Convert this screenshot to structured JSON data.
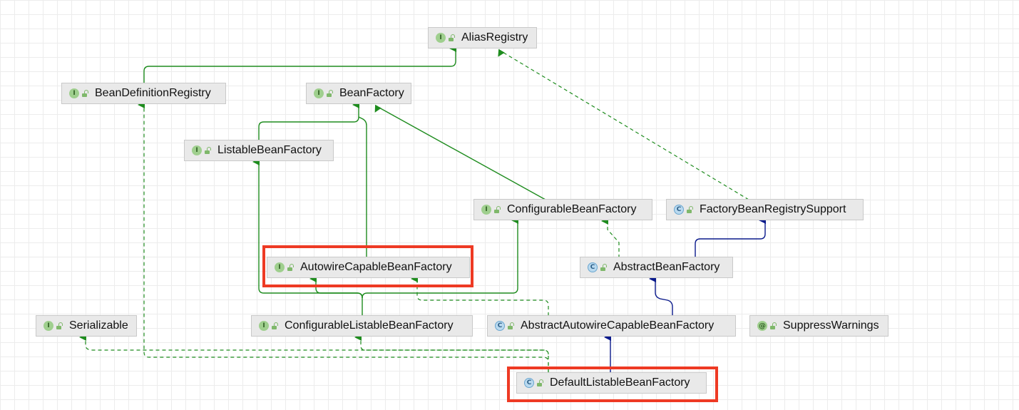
{
  "nodes": {
    "alias_registry": {
      "label": "AliasRegistry",
      "kind": "interface"
    },
    "bean_definition_registry": {
      "label": "BeanDefinitionRegistry",
      "kind": "interface"
    },
    "bean_factory": {
      "label": "BeanFactory",
      "kind": "interface"
    },
    "listable_bean_factory": {
      "label": "ListableBeanFactory",
      "kind": "interface"
    },
    "configurable_bean_factory": {
      "label": "ConfigurableBeanFactory",
      "kind": "interface"
    },
    "factory_bean_registry_support": {
      "label": "FactoryBeanRegistrySupport",
      "kind": "class"
    },
    "autowire_capable_bean_factory": {
      "label": "AutowireCapableBeanFactory",
      "kind": "interface"
    },
    "abstract_bean_factory": {
      "label": "AbstractBeanFactory",
      "kind": "abstract-class"
    },
    "serializable": {
      "label": "Serializable",
      "kind": "interface"
    },
    "configurable_listable_bean_factory": {
      "label": "ConfigurableListableBeanFactory",
      "kind": "interface"
    },
    "abstract_autowire_capable_bean_factory": {
      "label": "AbstractAutowireCapableBeanFactory",
      "kind": "abstract-class"
    },
    "suppress_warnings": {
      "label": "SuppressWarnings",
      "kind": "annotation"
    },
    "default_listable_bean_factory": {
      "label": "DefaultListableBeanFactory",
      "kind": "class"
    }
  },
  "badges": {
    "interface": "I",
    "class": "C",
    "annotation": "@"
  },
  "colors": {
    "interface_extends": "#1e8c1e",
    "class_extends": "#0a1a8c",
    "highlight": "#ee3a24",
    "node_fill": "#e9e9e9"
  },
  "highlighted": [
    "autowire_capable_bean_factory",
    "default_listable_bean_factory"
  ]
}
